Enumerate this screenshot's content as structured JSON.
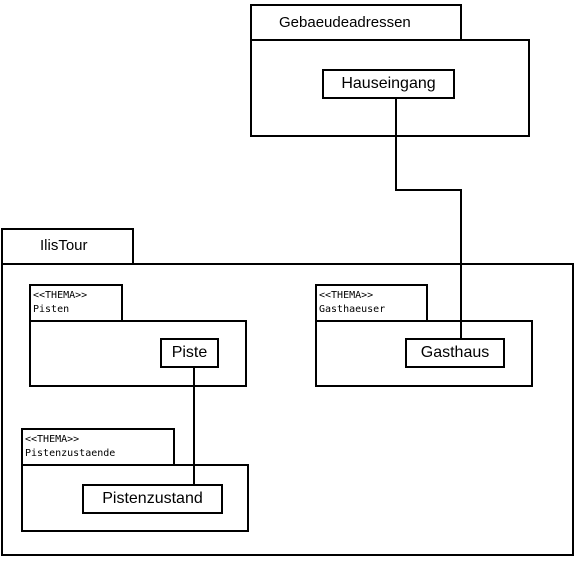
{
  "packages": {
    "gebaeudeadressen": {
      "name": "Gebaeudeadressen"
    },
    "illistour": {
      "name": "IlisTour"
    },
    "pisten": {
      "stereotype": "<<THEMA>>",
      "name": "Pisten"
    },
    "gasthaeuser": {
      "stereotype": "<<THEMA>>",
      "name": "Gasthaeuser"
    },
    "pistenzustaende": {
      "stereotype": "<<THEMA>>",
      "name": "Pistenzustaende"
    }
  },
  "classes": {
    "hauseingang": "Hauseingang",
    "piste": "Piste",
    "gasthaus": "Gasthaus",
    "pistenzustand": "Pistenzustand"
  }
}
